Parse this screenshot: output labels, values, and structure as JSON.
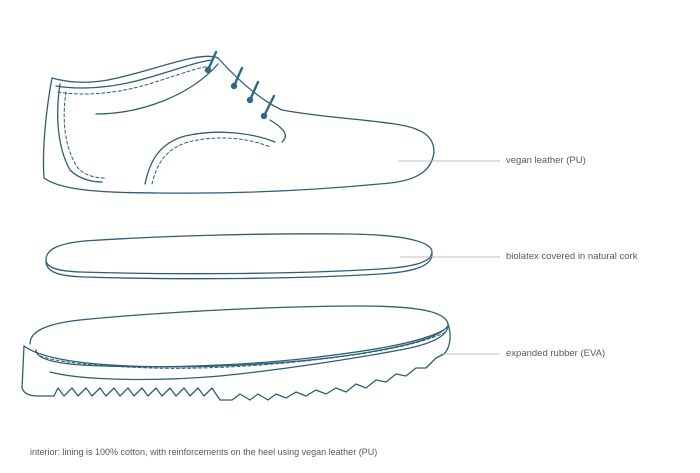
{
  "colors": {
    "stroke": "#2f5d74",
    "lace": "#2e6b82",
    "leader": "#a9aeb2",
    "text": "#555a5e"
  },
  "parts": [
    {
      "label": "vegan leather (PU)"
    },
    {
      "label": "biolatex covered in natural cork"
    },
    {
      "label": "expanded rubber (EVA)"
    }
  ],
  "footnote": "interior: lining is 100% cotton, with reinforcements on the heel using vegan leather (PU)"
}
